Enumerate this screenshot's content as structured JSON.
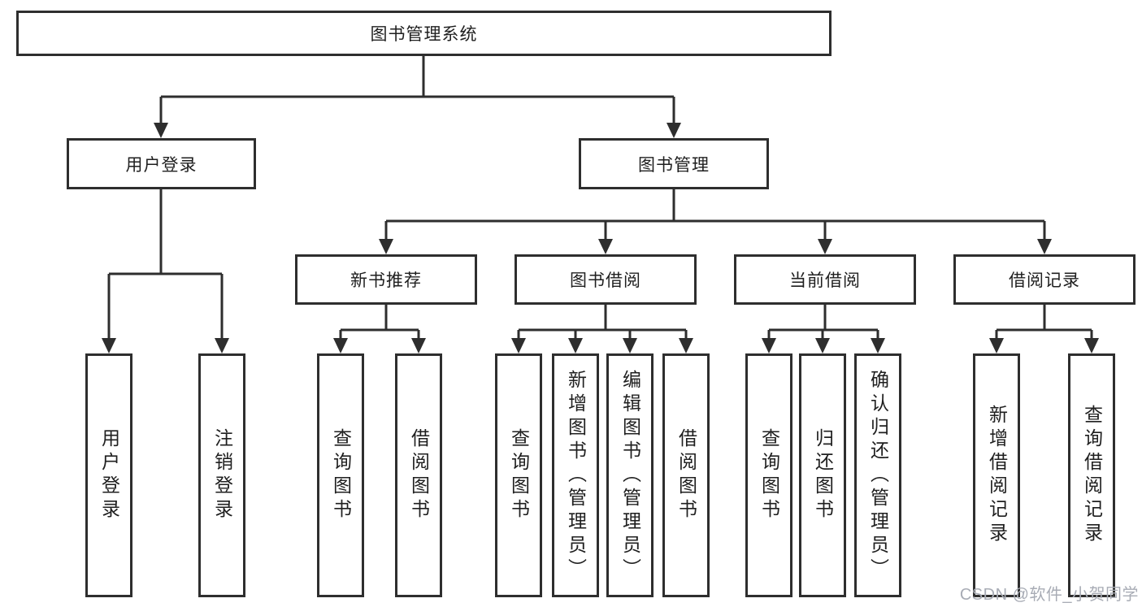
{
  "root": {
    "label": "图书管理系统"
  },
  "level2": [
    {
      "label": "用户登录"
    },
    {
      "label": "图书管理"
    }
  ],
  "level3": [
    {
      "label": "新书推荐"
    },
    {
      "label": "图书借阅"
    },
    {
      "label": "当前借阅"
    },
    {
      "label": "借阅记录"
    }
  ],
  "leaves": {
    "user_login": [
      "用户登录",
      "注销登录"
    ],
    "new_book_recommend": [
      "查询图书",
      "借阅图书"
    ],
    "book_borrow": [
      "查询图书",
      "新增图书（管理员）",
      "编辑图书（管理员）",
      "借阅图书"
    ],
    "current_borrow": [
      "查询图书",
      "归还图书",
      "确认归还（管理员）"
    ],
    "borrow_records": [
      "新增借阅记录",
      "查询借阅记录"
    ]
  },
  "watermark": {
    "text": "CSDN @软件_小贺同学"
  },
  "colors": {
    "line": "#2e2e2e",
    "text": "#1f1f1f",
    "background": "#ffffff",
    "watermark": "#a8acb5"
  }
}
